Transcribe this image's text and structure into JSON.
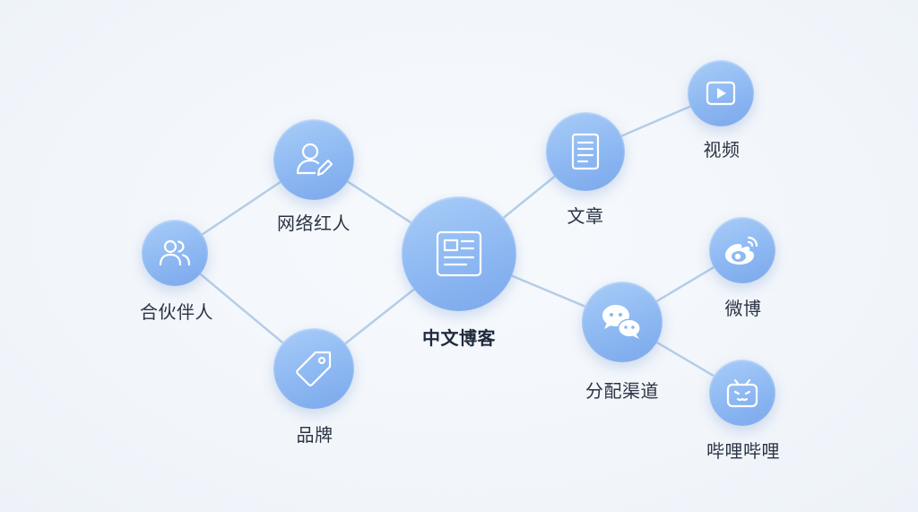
{
  "diagram": {
    "nodes": [
      {
        "id": "center",
        "label": "中文博客",
        "icon": "newspaper-icon"
      },
      {
        "id": "influencer",
        "label": "网络红人",
        "icon": "user-edit-icon"
      },
      {
        "id": "partner",
        "label": "合伙伴人",
        "icon": "users-icon"
      },
      {
        "id": "brand",
        "label": "品牌",
        "icon": "tag-icon"
      },
      {
        "id": "article",
        "label": "文章",
        "icon": "document-icon"
      },
      {
        "id": "video",
        "label": "视频",
        "icon": "play-icon"
      },
      {
        "id": "channels",
        "label": "分配渠道",
        "icon": "chat-bubbles-icon"
      },
      {
        "id": "weibo",
        "label": "微博",
        "icon": "weibo-icon"
      },
      {
        "id": "bilibili",
        "label": "哔哩哔哩",
        "icon": "bilibili-tv-icon"
      }
    ],
    "edges": [
      [
        "partner",
        "influencer"
      ],
      [
        "partner",
        "brand"
      ],
      [
        "influencer",
        "center"
      ],
      [
        "brand",
        "center"
      ],
      [
        "center",
        "article"
      ],
      [
        "article",
        "video"
      ],
      [
        "center",
        "channels"
      ],
      [
        "channels",
        "weibo"
      ],
      [
        "channels",
        "bilibili"
      ]
    ],
    "colors": {
      "node": "#8db8f2",
      "edge": "#b4cde8",
      "text": "#2b3445"
    }
  }
}
